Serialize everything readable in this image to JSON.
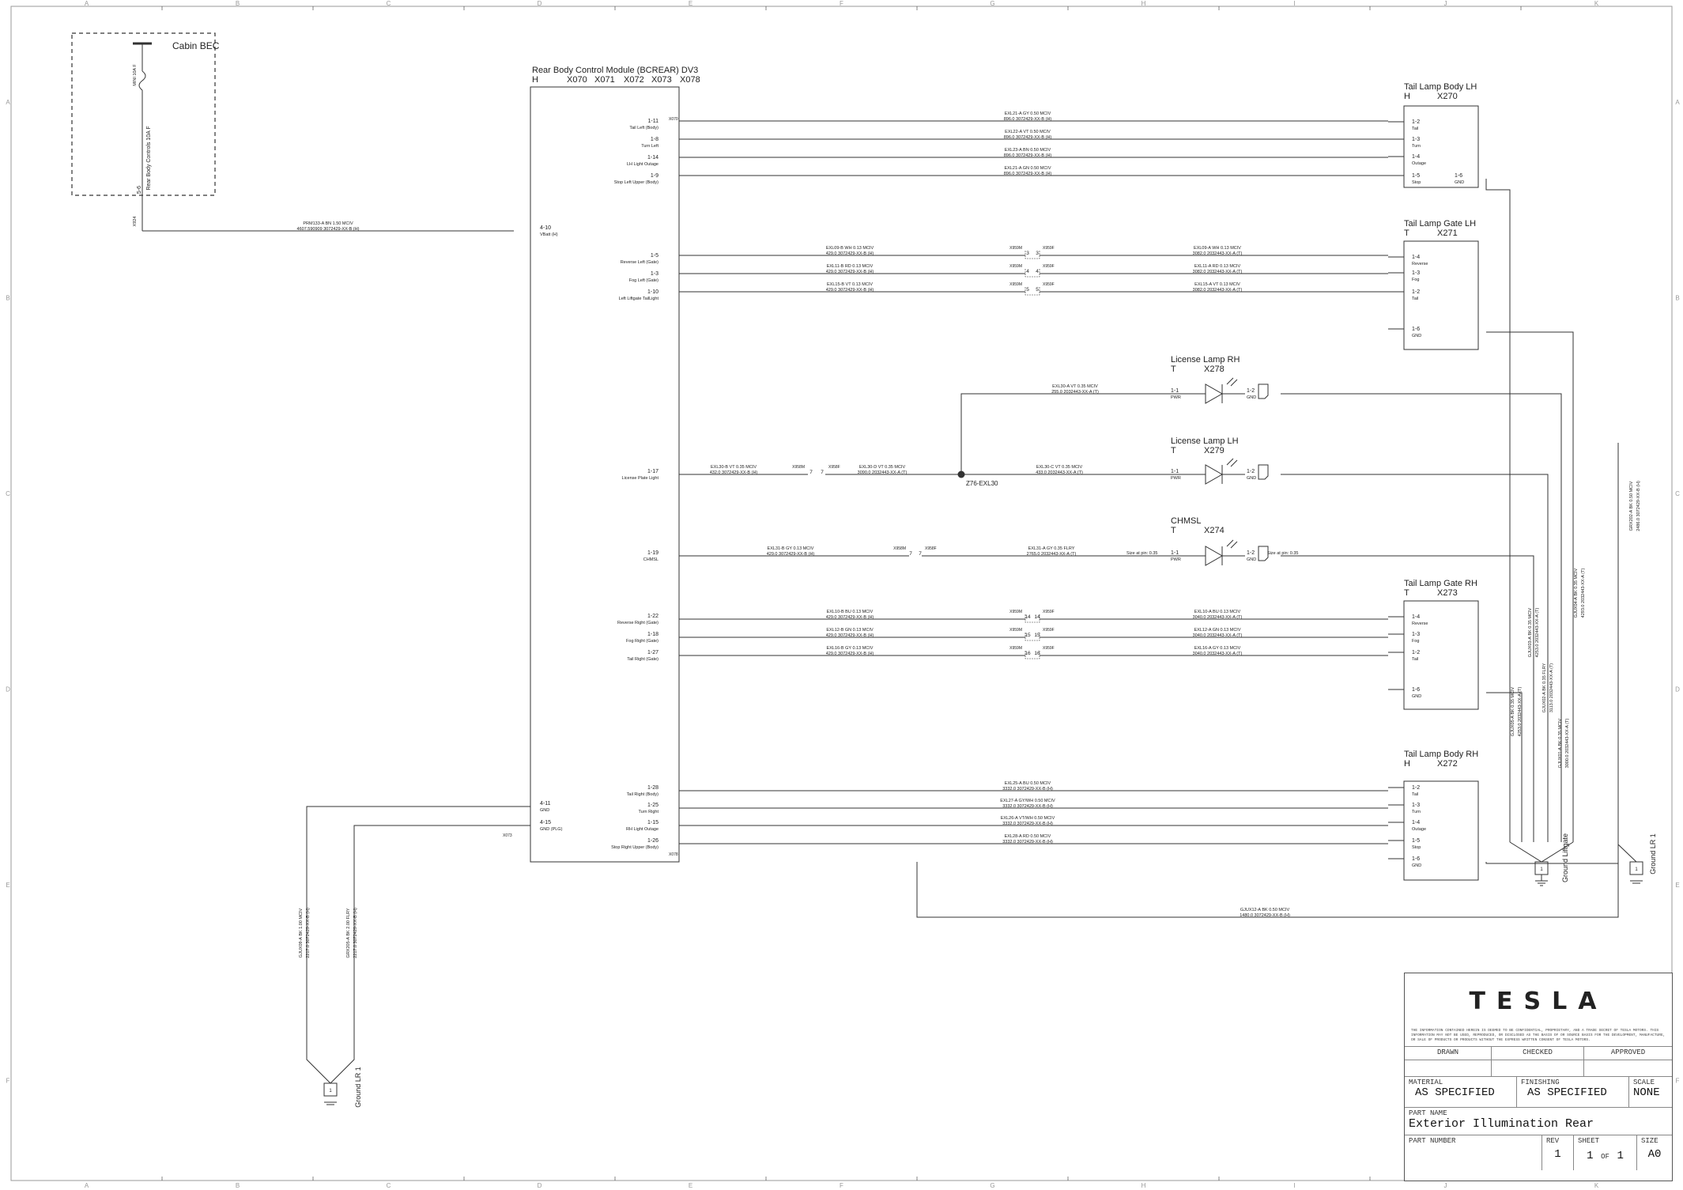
{
  "grid": {
    "columns": [
      "A",
      "B",
      "C",
      "D",
      "E",
      "F",
      "G",
      "H",
      "I",
      "J",
      "K"
    ],
    "rows": [
      "A",
      "B",
      "C",
      "D",
      "E",
      "F"
    ]
  },
  "bec": {
    "title": "Cabin BEC",
    "fuse_label": "Rear Body Controls 10A F",
    "pin": "5-6",
    "top_label": "MINI 10A F",
    "conn": "X924"
  },
  "module": {
    "title": "Rear Body Control Module (BCREAR) DV3",
    "connectors": [
      "H",
      "X070",
      "X071",
      "X072",
      "X073",
      "X078"
    ],
    "pins": [
      {
        "pin": "1-11",
        "label": "Tail Left (Body)"
      },
      {
        "pin": "1-8",
        "label": "Turn Left"
      },
      {
        "pin": "1-14",
        "label": "LH Light Outage"
      },
      {
        "pin": "1-9",
        "label": "Stop Left Upper (Body)"
      },
      {
        "pin": "4-10",
        "label": "VBatt (H)"
      },
      {
        "pin": "1-5",
        "label": "Reverse Left (Gate)"
      },
      {
        "pin": "1-3",
        "label": "Fog Left (Gate)"
      },
      {
        "pin": "1-10",
        "label": "Left Liftgate TailLight"
      },
      {
        "pin": "1-17",
        "label": "License Plate Light"
      },
      {
        "pin": "1-19",
        "label": "CHMSL"
      },
      {
        "pin": "1-22",
        "label": "Reverse Right (Gate)"
      },
      {
        "pin": "1-18",
        "label": "Fog Right (Gate)"
      },
      {
        "pin": "1-27",
        "label": "Tail Right (Gate)"
      },
      {
        "pin": "1-28",
        "label": "Tail Right (Body)"
      },
      {
        "pin": "1-25",
        "label": "Turn Right"
      },
      {
        "pin": "1-15",
        "label": "RH Light Outage"
      },
      {
        "pin": "1-26",
        "label": "Stop Right Upper (Body)"
      },
      {
        "pin": "4-11",
        "label": "GND"
      },
      {
        "pin": "4-15",
        "label": "GND (PLG)"
      }
    ],
    "conn_tags": [
      "X070",
      "X078",
      "X073"
    ]
  },
  "components": [
    {
      "title": "Tail Lamp Body LH",
      "type": "H",
      "conn": "X270",
      "pins": [
        {
          "pin": "1-2",
          "label": "Tail"
        },
        {
          "pin": "1-3",
          "label": "Turn"
        },
        {
          "pin": "1-4",
          "label": "Outage"
        },
        {
          "pin": "1-5",
          "label": "Stop"
        },
        {
          "pin": "1-6",
          "label": "GND"
        }
      ]
    },
    {
      "title": "Tail Lamp Gate LH",
      "type": "T",
      "conn": "X271",
      "pins": [
        {
          "pin": "1-4",
          "label": "Reverse"
        },
        {
          "pin": "1-3",
          "label": "Fog"
        },
        {
          "pin": "1-2",
          "label": "Tail"
        },
        {
          "pin": "1-6",
          "label": "GND"
        }
      ]
    },
    {
      "title": "License Lamp RH",
      "type": "T",
      "conn": "X278",
      "pins": [
        {
          "pin": "1-1",
          "label": "PWR"
        },
        {
          "pin": "1-2",
          "label": "GND"
        }
      ]
    },
    {
      "title": "License Lamp LH",
      "type": "T",
      "conn": "X279",
      "pins": [
        {
          "pin": "1-1",
          "label": "PWR"
        },
        {
          "pin": "1-2",
          "label": "GND"
        }
      ]
    },
    {
      "title": "CHMSL",
      "type": "T",
      "conn": "X274",
      "pins": [
        {
          "pin": "1-1",
          "label": "PWR"
        },
        {
          "pin": "1-2",
          "label": "GND"
        }
      ]
    },
    {
      "title": "Tail Lamp Gate RH",
      "type": "T",
      "conn": "X273",
      "pins": [
        {
          "pin": "1-4",
          "label": "Reverse"
        },
        {
          "pin": "1-3",
          "label": "Fog"
        },
        {
          "pin": "1-2",
          "label": "Tail"
        },
        {
          "pin": "1-6",
          "label": "GND"
        }
      ]
    },
    {
      "title": "Tail Lamp Body RH",
      "type": "H",
      "conn": "X272",
      "pins": [
        {
          "pin": "1-2",
          "label": "Tail"
        },
        {
          "pin": "1-3",
          "label": "Turn"
        },
        {
          "pin": "1-4",
          "label": "Outage"
        },
        {
          "pin": "1-5",
          "label": "Stop"
        },
        {
          "pin": "1-6",
          "label": "GND"
        }
      ]
    }
  ],
  "wires": [
    {
      "line1": "EXL21-A  GY  0.50  MCIV",
      "line2": "896.0  3072429-XX-B (H)"
    },
    {
      "line1": "EXL22-A  VT  0.50  MCIV",
      "line2": "896.0  3072429-XX-B (H)"
    },
    {
      "line1": "EXL23-A  BN  0.50  MCIV",
      "line2": "896.0  3072429-XX-B (H)"
    },
    {
      "line1": "EXL21-A  GN  0.50  MCIV",
      "line2": "896.0  3072429-XX-B (H)"
    },
    {
      "line1": "PRM133-A  BN  1.50  MCIV",
      "line2": "4607.590909  3072429-XX-B (H)"
    },
    {
      "line1": "EXL09-B  WH  0.13  MCIV",
      "line2": "429.0  3072429-XX-B (H)"
    },
    {
      "line1": "EXL11-B  RD  0.13  MCIV",
      "line2": "429.0  3072429-XX-B (H)"
    },
    {
      "line1": "EXL15-B  VT  0.13  MCIV",
      "line2": "429.0  3072429-XX-B (H)"
    },
    {
      "line1": "EXL09-A  WH  0.13  MCIV",
      "line2": "3082.0  2032443-XX-A (T)"
    },
    {
      "line1": "EXL11-A  RD  0.13  MCIV",
      "line2": "3082.0  2032443-XX-A (T)"
    },
    {
      "line1": "EXL15-A  VT  0.13  MCIV",
      "line2": "3082.0  2032443-XX-A (T)"
    },
    {
      "line1": "EXL30-A  VT  0.35  MCIV",
      "line2": "255.0  2032443-XX-A (T)"
    },
    {
      "line1": "EXL30-B  VT  0.35  MCIV",
      "line2": "432.0  3072429-XX-B (H)"
    },
    {
      "line1": "EXL30-D  VT  0.35  MCIV",
      "line2": "3090.0  2032443-XX-A (T)"
    },
    {
      "line1": "EXL30-C  VT  0.35  MCIV",
      "line2": "433.0  2032443-XX-A (T)"
    },
    {
      "line1": "EXL31-B  GY  0.13  MCIV",
      "line2": "429.0  3072429-XX-B (H)"
    },
    {
      "line1": "EXL31-A  GY  0.35  FLRY",
      "line2": "2765.0  2032443-XX-A (T)"
    },
    {
      "line1": "EXL10-B  BU  0.13  MCIV",
      "line2": "429.0  3072429-XX-B (H)"
    },
    {
      "line1": "EXL12-B  GN  0.13  MCIV",
      "line2": "429.0  3072429-XX-B (H)"
    },
    {
      "line1": "EXL16-B  GY  0.13  MCIV",
      "line2": "429.0  3072429-XX-B (H)"
    },
    {
      "line1": "EXL10-A  BU  0.13  MCIV",
      "line2": "3040.0  2032443-XX-A (T)"
    },
    {
      "line1": "EXL12-A  GN  0.13  MCIV",
      "line2": "3040.0  2032443-XX-A (T)"
    },
    {
      "line1": "EXL16-A  GY  0.13  MCIV",
      "line2": "3040.0  2032443-XX-A (T)"
    },
    {
      "line1": "EXL25-A  BU  0.50  MCIV",
      "line2": "3332.0  3072429-XX-B (H)"
    },
    {
      "line1": "EXL27-A  GY/WH  0.50  MCIV",
      "line2": "3332.0  3072429-XX-B (H)"
    },
    {
      "line1": "EXL26-A  VT/WH  0.50  MCIV",
      "line2": "3332.0  3072429-XX-B (H)"
    },
    {
      "line1": "EXL28-A  RD  0.50  MCIV",
      "line2": "3332.0  3072429-XX-B (H)"
    },
    {
      "line1": "GJUX12-A  BK  0.50  MCIV",
      "line2": "1480.0  3072429-XX-B (H)"
    },
    {
      "line1": "GJUX09-A  BK  1.00  MCIV",
      "line2": "2217.0  3072429-XX-B (H)"
    },
    {
      "line1": "GRX205-A  BK  2.00  FLRY",
      "line2": "2217.0  3072429-XX-B (H)"
    },
    {
      "line1": "GRX202-A  BK  0.50  MCIV",
      "line2": "2486.0  3072429-XX-B (H)"
    },
    {
      "line1": "GJUX01-A  BK  0.35  MCIV",
      "line2": "3000.0  2032443-XX-A (T)"
    },
    {
      "line1": "GJUX02-A  BK  0.35  FLRY",
      "line2": "3113.0  2032443-XX-A (T)"
    },
    {
      "line1": "GJUX03-A  BK  0.35  MCIV",
      "line2": "4253.0  2032443-XX-A (T)"
    },
    {
      "line1": "GJUX04-A  BK  0.35  MCIV",
      "line2": "4293.0  2032443-XX-A (T)"
    },
    {
      "line1": "GJUX05-A  BK  0.35  MCIV",
      "line2": "4253.0  2032443-XX-A (T)"
    }
  ],
  "inline": {
    "male": "X959M",
    "female": "X959F",
    "male2": "X958M",
    "female2": "X958F",
    "male3": "X958M",
    "female3": "X958F",
    "splice": "Z76-EXL30",
    "size_note": "Size at pin: 0.35"
  },
  "grounds": [
    {
      "label": "Ground LR 1",
      "pin": "1"
    },
    {
      "label": "Ground Liftgate",
      "pin": "1"
    },
    {
      "label": "Ground LR 1",
      "pin": "1"
    }
  ],
  "title_block": {
    "logo": "TESLA",
    "notice": "THE INFORMATION CONTAINED HEREIN IS DEEMED TO BE CONFIDENTIAL, PROPRIETARY, AND A TRADE SECRET OF TESLA MOTORS. THIS INFORMATION MAY NOT BE USED, REPRODUCED, OR DISCLOSED AS THE BASIS OF OR SOURCE BASIS FOR THE DEVELOPMENT, MANUFACTURE, OR SALE OF PRODUCTS OR PRODUCTS WITHOUT THE EXPRESS WRITTEN CONSENT OF TESLA MOTORS.",
    "drawn": "DRAWN",
    "checked": "CHECKED",
    "approved": "APPROVED",
    "material_label": "MATERIAL",
    "material": "AS SPECIFIED",
    "finishing_label": "FINISHING",
    "finishing": "AS SPECIFIED",
    "scale_label": "SCALE",
    "scale": "NONE",
    "part_name_label": "PART NAME",
    "part_name": "Exterior Illumination Rear",
    "part_number_label": "PART NUMBER",
    "rev_label": "REV",
    "rev": "1",
    "sheet_label": "SHEET",
    "sheet": "1",
    "of": "OF",
    "sheet_total": "1",
    "size_label": "SIZE",
    "size": "A0"
  },
  "colors": {
    "line": "#333333",
    "frame": "#9a9a9a",
    "text": "#222222"
  }
}
